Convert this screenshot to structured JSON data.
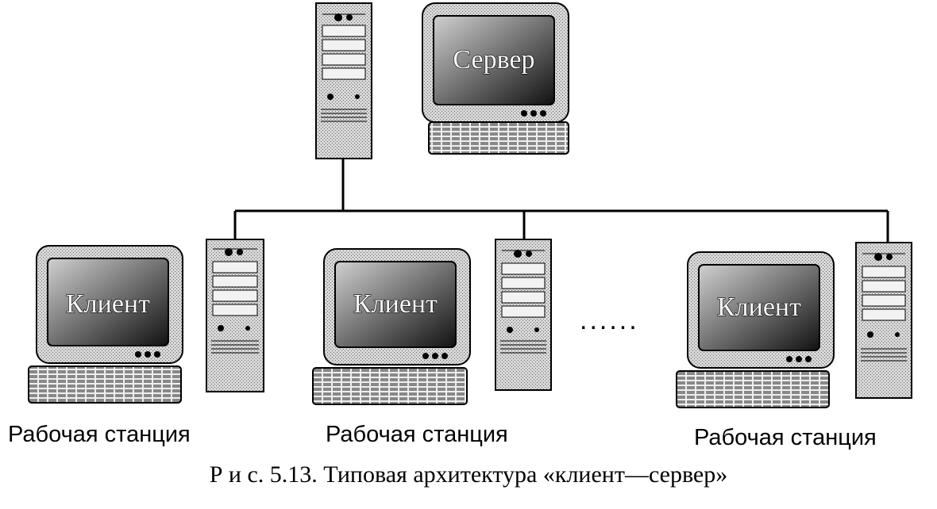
{
  "diagram": {
    "server": {
      "screen_label": "Сервер"
    },
    "clients": [
      {
        "screen_label": "Клиент",
        "station_label": "Рабочая станция"
      },
      {
        "screen_label": "Клиент",
        "station_label": "Рабочая станция"
      },
      {
        "screen_label": "Клиент",
        "station_label": "Рабочая станция"
      }
    ],
    "ellipsis": "......",
    "caption": "Р и с. 5.13. Типовая архитектура «клиент—сервер»"
  }
}
